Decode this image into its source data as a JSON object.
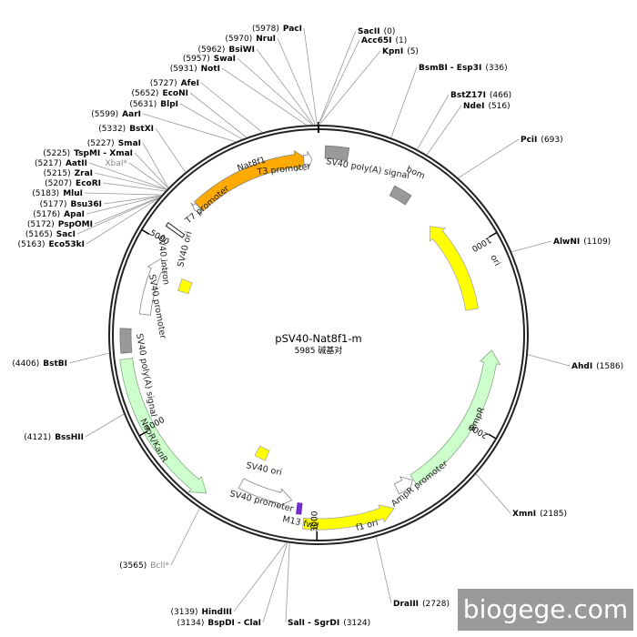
{
  "plasmid": {
    "name": "pSV40-Nat8f1-m",
    "size_text": "5985 碱基对",
    "length": 5985
  },
  "colors": {
    "ring": "#222222",
    "yellow": "#ffff00",
    "green": "#ccffcc",
    "gray": "#999999",
    "white": "#ffffff",
    "purple": "#7a2bd3",
    "orange": "#ffaa00",
    "leader": "#9a9a9a"
  },
  "ticks": [
    {
      "label": "1000",
      "pos": 1000
    },
    {
      "label": "2000",
      "pos": 2000
    },
    {
      "label": "3000",
      "pos": 3000
    },
    {
      "label": "4000",
      "pos": 4000
    },
    {
      "label": "5000",
      "pos": 5000
    }
  ],
  "sites": [
    {
      "name": "SacII",
      "pos_label": "(0)"
    },
    {
      "name": "Acc65I",
      "pos_label": "(1)"
    },
    {
      "name": "KpnI",
      "pos_label": "(5)"
    },
    {
      "name": "BsmBI - Esp3I",
      "pos_label": "(336)"
    },
    {
      "name": "BstZ17I",
      "pos_label": "(466)"
    },
    {
      "name": "NdeI",
      "pos_label": "(516)"
    },
    {
      "name": "PciI",
      "pos_label": "(693)"
    },
    {
      "name": "AlwNI",
      "pos_label": "(1109)"
    },
    {
      "name": "AhdI",
      "pos_label": "(1586)"
    },
    {
      "name": "XmnI",
      "pos_label": "(2185)"
    },
    {
      "name": "DraIII",
      "pos_label": "(2728)"
    },
    {
      "name": "SalI - SgrDI",
      "pos_label": "(3124)"
    },
    {
      "name": "HindIII",
      "pos_label": "(3139)"
    },
    {
      "name": "BspDI - ClaI",
      "pos_label": "(3134)"
    },
    {
      "name": "BclI*",
      "pos_label": "(3565)"
    },
    {
      "name": "BssHII",
      "pos_label": "(4121)"
    },
    {
      "name": "BstBI",
      "pos_label": "(4406)"
    },
    {
      "name": "Eco53kI",
      "pos_label": "(5163)"
    },
    {
      "name": "SacI",
      "pos_label": "(5165)"
    },
    {
      "name": "PspOMI",
      "pos_label": "(5172)"
    },
    {
      "name": "ApaI",
      "pos_label": "(5176)"
    },
    {
      "name": "Bsu36I",
      "pos_label": "(5177)"
    },
    {
      "name": "MluI",
      "pos_label": "(5183)"
    },
    {
      "name": "EcoRI",
      "pos_label": "(5207)"
    },
    {
      "name": "ZraI",
      "pos_label": "(5215)"
    },
    {
      "name": "AatII",
      "pos_label": "(5217)"
    },
    {
      "name": "XbaI*",
      "pos_label": ""
    },
    {
      "name": "TspMI - XmaI",
      "pos_label": "(5225)"
    },
    {
      "name": "SmaI",
      "pos_label": "(5227)"
    },
    {
      "name": "BstXI",
      "pos_label": "(5332)"
    },
    {
      "name": "AarI",
      "pos_label": "(5599)"
    },
    {
      "name": "BlpI",
      "pos_label": "(5631)"
    },
    {
      "name": "EcoNI",
      "pos_label": "(5652)"
    },
    {
      "name": "AfeI",
      "pos_label": "(5727)"
    },
    {
      "name": "NotI",
      "pos_label": "(5931)"
    },
    {
      "name": "SwaI",
      "pos_label": "(5957)"
    },
    {
      "name": "BsiWI",
      "pos_label": "(5962)"
    },
    {
      "name": "NruI",
      "pos_label": "(5970)"
    },
    {
      "name": "PacI",
      "pos_label": "(5978)"
    }
  ],
  "features": [
    {
      "label": "Nat8f1"
    },
    {
      "label": "T3 promoter"
    },
    {
      "label": "T7 promoter"
    },
    {
      "label": "SV40 poly(A) signal"
    },
    {
      "label": "bom"
    },
    {
      "label": "ori"
    },
    {
      "label": "AmpR"
    },
    {
      "label": "AmpR promoter"
    },
    {
      "label": "f1 ori"
    },
    {
      "label": "M13 fwd"
    },
    {
      "label": "SV40 promoter"
    },
    {
      "label": "SV40 ori"
    },
    {
      "label": "NeoR/KanR"
    },
    {
      "label": "SV40 poly(A) signal"
    },
    {
      "label": "SV40 promoter"
    },
    {
      "label": "SV40 ori"
    },
    {
      "label": "SV40 intron"
    }
  ],
  "watermark": "biogege.com"
}
